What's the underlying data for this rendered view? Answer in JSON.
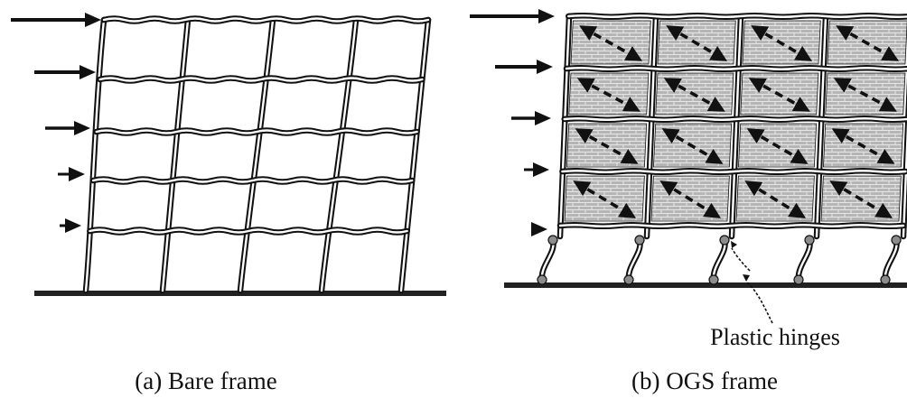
{
  "panels": {
    "a": {
      "caption": "(a) Bare frame"
    },
    "b": {
      "caption": "(b) OGS frame",
      "annotation": "Plastic hinges"
    }
  },
  "colors": {
    "line": "#111111",
    "infill": "#b5b5b5",
    "brick": "#e6e6e6",
    "hinge": "#8c8c8c",
    "background": "#ffffff"
  },
  "icons": [
    "lateral-load-arrow",
    "plastic-hinge-circle",
    "strut-arrow",
    "ground-line"
  ]
}
